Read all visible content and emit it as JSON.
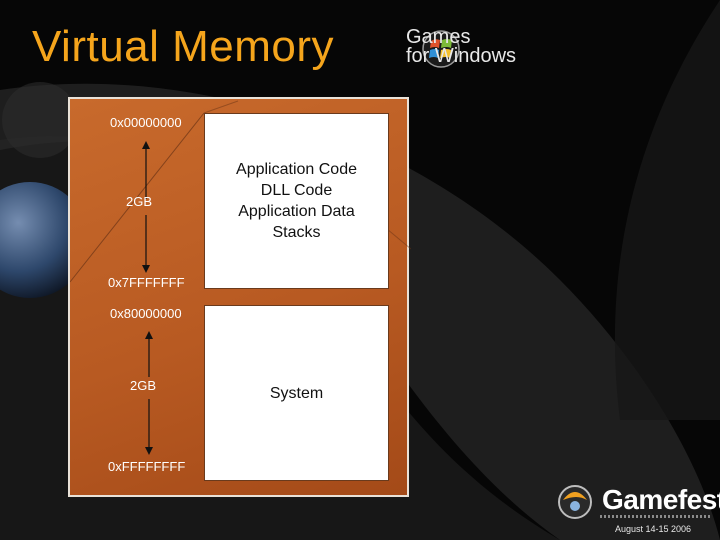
{
  "slide": {
    "title": "Virtual Memory"
  },
  "branding": {
    "games_line1": "Games",
    "games_line2": "for Windows",
    "gamefest_name": "Gamefest",
    "gamefest_date": "August 14-15 2006"
  },
  "diagram": {
    "user_region": {
      "start_address": "0x00000000",
      "end_address": "0x7FFFFFFF",
      "size": "2GB",
      "contents": [
        "Application Code",
        "DLL Code",
        "Application Data",
        "Stacks"
      ]
    },
    "system_region": {
      "start_address": "0x80000000",
      "end_address": "0xFFFFFFFF",
      "size": "2GB",
      "contents": [
        "System"
      ]
    }
  },
  "colors": {
    "title": "#f5a51c",
    "diagram_fill": "#c0622a",
    "background": "#050505"
  }
}
